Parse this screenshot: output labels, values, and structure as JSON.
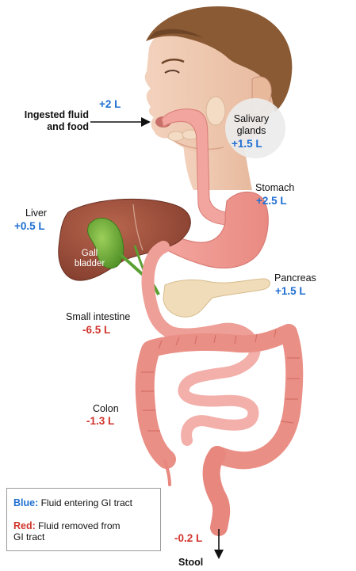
{
  "intake": {
    "label_line1": "Ingested fluid",
    "label_line2": "and food",
    "value": "+2 L"
  },
  "salivary": {
    "label_line1": "Salivary",
    "label_line2": "glands",
    "value": "+1.5 L"
  },
  "stomach": {
    "label": "Stomach",
    "value": "+2.5 L"
  },
  "liver": {
    "label": "Liver",
    "value": "+0.5 L"
  },
  "gallbladder": {
    "label_line1": "Gall",
    "label_line2": "bladder"
  },
  "pancreas": {
    "label": "Pancreas",
    "value": "+1.5 L"
  },
  "small_intestine": {
    "label": "Small intestine",
    "value": "-6.5 L"
  },
  "colon": {
    "label": "Colon",
    "value": "-1.3 L"
  },
  "stool": {
    "label": "Stool",
    "value": "-0.2 L"
  },
  "legend": {
    "blue_key": "Blue:",
    "blue_text": "Fluid entering GI tract",
    "red_key": "Red:",
    "red_text_line1": "Fluid removed from",
    "red_text_line2": "GI tract"
  },
  "colors": {
    "entering": "#1f6fd1",
    "removed": "#d0342c"
  }
}
